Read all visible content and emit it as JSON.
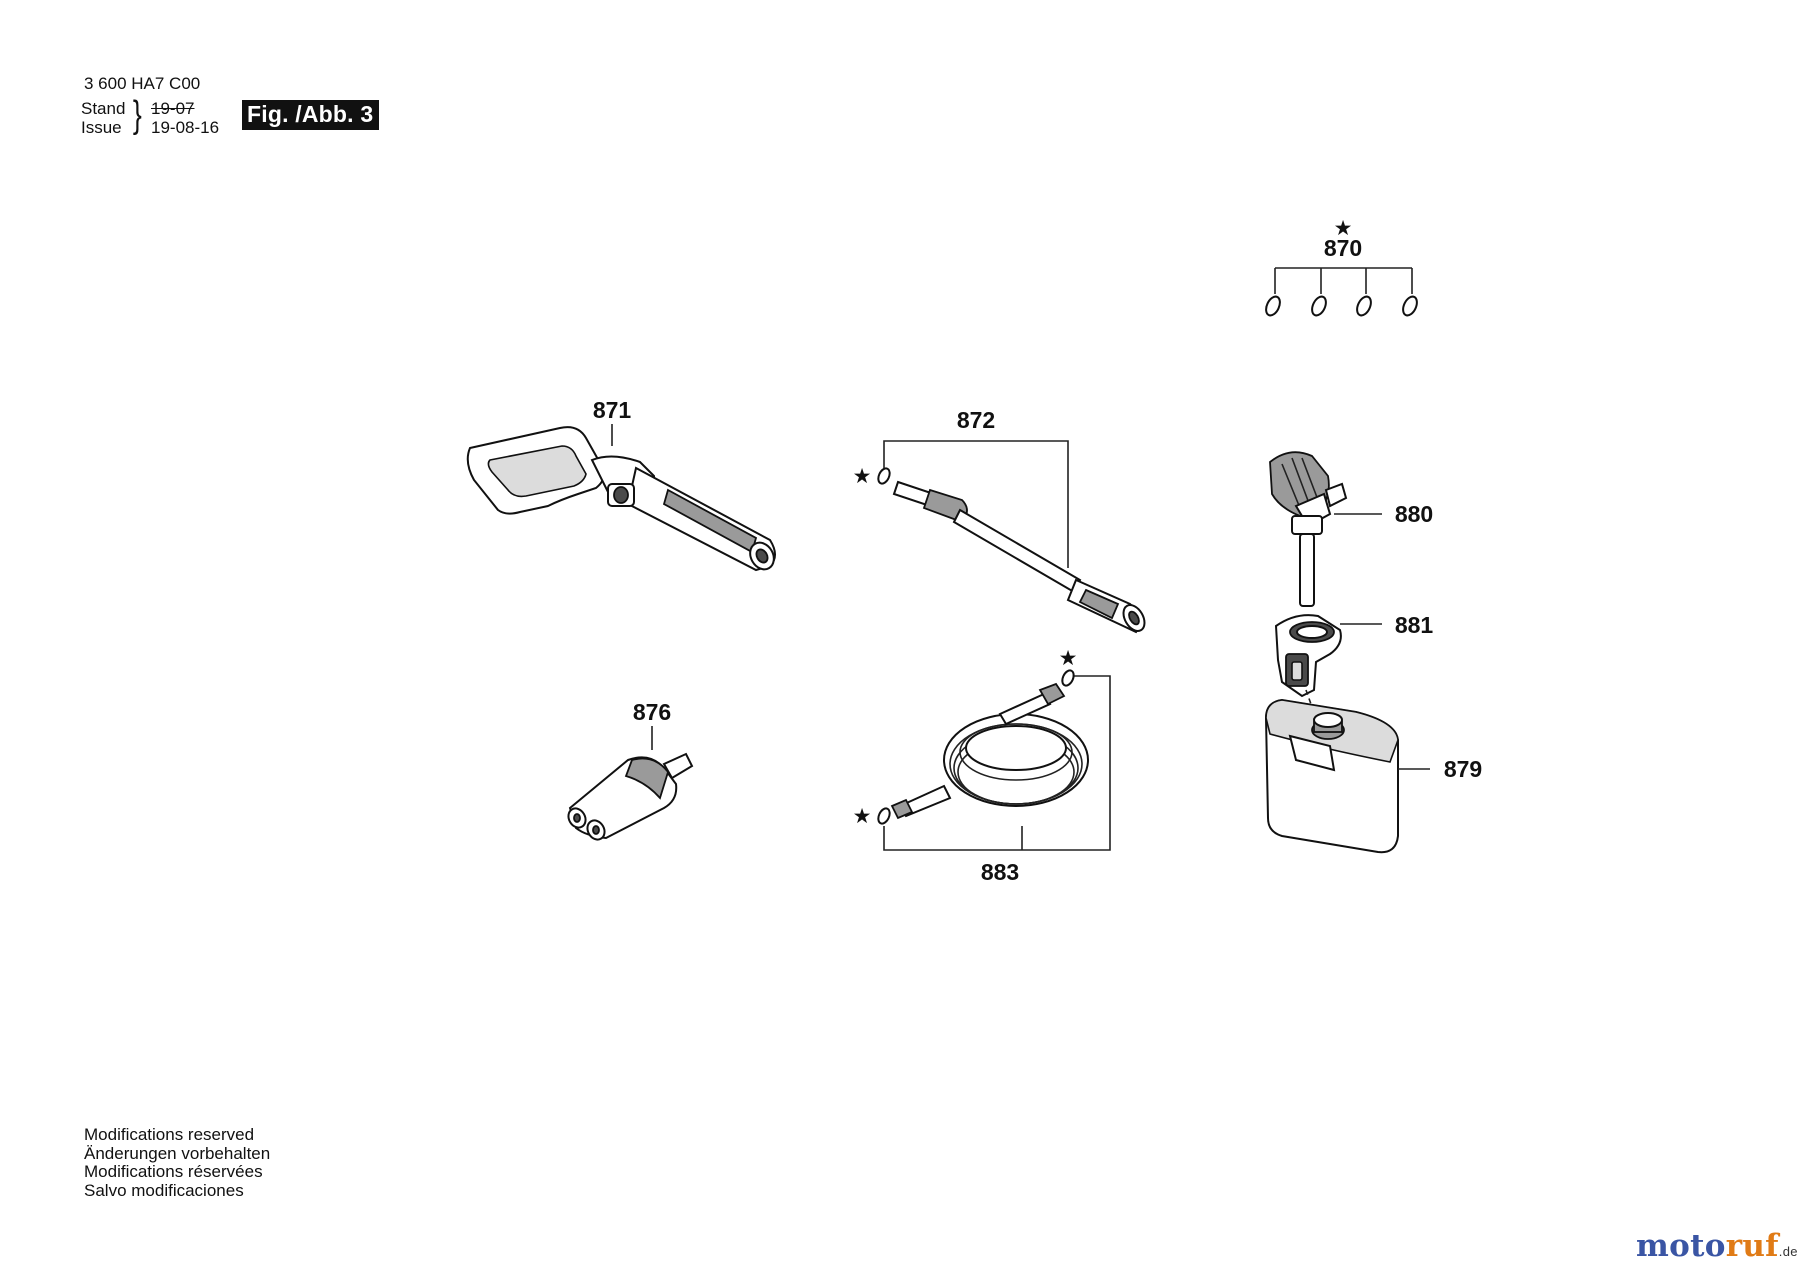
{
  "header": {
    "doc_number": "3 600 HA7 C00",
    "stand_label": "Stand",
    "issue_label": "Issue",
    "old_date": "19-07",
    "new_date": "19-08-16",
    "figure_label": "Fig. /Abb. 3"
  },
  "parts": [
    {
      "id": "870",
      "label": "870",
      "starred": true
    },
    {
      "id": "871",
      "label": "871",
      "starred": false
    },
    {
      "id": "872",
      "label": "872",
      "starred": true
    },
    {
      "id": "876",
      "label": "876",
      "starred": false
    },
    {
      "id": "879",
      "label": "879",
      "starred": false
    },
    {
      "id": "880",
      "label": "880",
      "starred": false
    },
    {
      "id": "881",
      "label": "881",
      "starred": false
    },
    {
      "id": "883",
      "label": "883",
      "starred": true
    }
  ],
  "star_symbol": "★",
  "footer": {
    "notes": [
      "Modifications reserved",
      "Änderungen vorbehalten",
      "Modifications réservées",
      "Salvo modificaciones"
    ]
  },
  "watermark": {
    "part1": "moto",
    "part2": "ruf",
    "suffix": ".de",
    "color1": "#3a55a4",
    "color2": "#e07b16"
  }
}
